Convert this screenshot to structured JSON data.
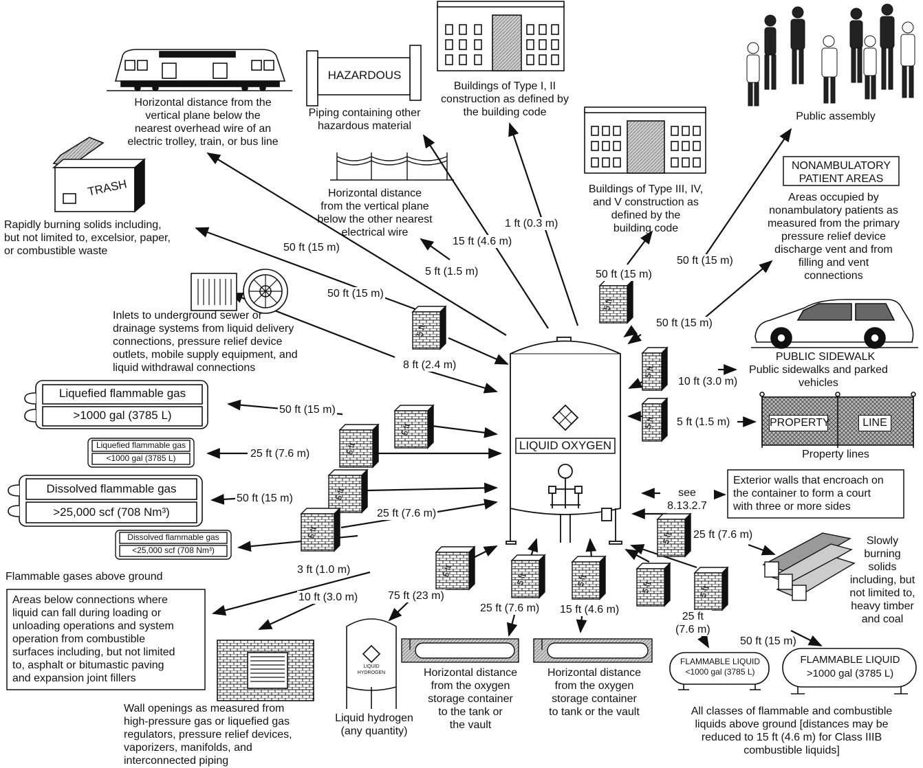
{
  "center": {
    "tank_label": "LIQUID OXYGEN"
  },
  "exposures": {
    "trolley": "Horizontal distance from the\nvertical plane below the\nnearest overhead wire of an\nelectric trolley, train, or bus line",
    "hazardous_sign": "HAZARDOUS",
    "hazardous": "Piping containing other\nhazardous material",
    "bldg1": "Buildings of Type I, II\nconstruction as defined by\nthe building code",
    "bldg3": "Buildings of Type III, IV,\nand V construction as\ndefined by the\nbuilding code",
    "public_assembly": "Public assembly",
    "elec_wire": "Horizontal distance\nfrom the vertical plane\nbelow the other nearest\nelectrical wire",
    "trash_sign": "TRASH",
    "rapid_burning": "Rapidly burning solids including,\nbut not limited to, excelsior, paper,\nor combustible waste",
    "nonamb_title": "NONAMBULATORY\nPATIENT AREAS",
    "nonamb": "Areas occupied by\nnonambulatory patients as\nmeasured from the primary\npressure relief device\ndischarge vent and from\nfilling and vent\nconnections",
    "inlets": "Inlets to underground sewer or\ndrainage systems from liquid delivery\nconnections, pressure relief device\noutlets, mobile supply equipment, and\nliquid withdrawal connections",
    "sidewalk_title": "PUBLIC SIDEWALK",
    "sidewalk": "Public sidewalks and parked\nvehicles",
    "property_sign1": "PROPERTY",
    "property_sign2": "LINE",
    "property": "Property lines",
    "lfg_big1": "Liquefied flammable gas",
    "lfg_big2": ">1000 gal (3785 L)",
    "lfg_small1": "Liquefied flammable gas",
    "lfg_small2": "<1000 gal (3785 L)",
    "dfg_big1": "Dissolved flammable gas",
    "dfg_big2": ">25,000 scf (708 Nm³)",
    "dfg_small1": "Dissolved flammable gas",
    "dfg_small2": "<25,000 scf (708 Nm³)",
    "exterior_walls": "Exterior walls that encroach on\nthe container to form a court\nwith three or more sides",
    "see": "see\n8.13.2.7",
    "flam_gas_ground": "Flammable gases above ground",
    "slow_burning": "Slowly\nburning\nsolids\nincluding, but\nnot limited to,\nheavy timber\nand coal",
    "areas_below": "Areas below connections where\nliquid can fall during loading or\nunloading operations and system\noperation from combustible\nsurfaces including, but not limited\nto, asphalt or bitumastic paving\nand expansion joint fillers",
    "wall_openings": "Wall openings as measured from\nhigh-pressure gas or liquefied gas\nregulators, pressure relief devices,\nvaporizers, manifolds, and\ninterconnected piping",
    "lh2_tank": "LIQUID HYDROGEN",
    "lh2": "Liquid hydrogen\n(any quantity)",
    "tank_vault1": "Horizontal distance\nfrom the oxygen\nstorage container\nto the tank or\nthe vault",
    "tank_vault2": "Horizontal distance\nfrom the oxygen\nstorage container\nto tank or the vault",
    "fl_small1": "FLAMMABLE LIQUID",
    "fl_small2": "<1000 gal (3785 L)",
    "fl_big1": "FLAMMABLE LIQUID",
    "fl_big2": ">1000 gal (3785 L)",
    "all_liquids": "All classes of flammable and combustible\nliquids above ground [distances may be\nreduced to 15 ft (4.6 m) for Class IIIB\ncombustible liquids]"
  },
  "distances": {
    "trolley": "50 ft (15 m)",
    "hazardous": "15 ft (4.6 m)",
    "bldg1": "1 ft (0.3 m)",
    "elec_wire": "5 ft (1.5 m)",
    "rapid": "50 ft (15 m)",
    "bldg3": "50 ft (15 m)",
    "public_assembly": "50 ft (15 m)",
    "nonamb": "50 ft (15 m)",
    "inlets": "8 ft (2.4 m)",
    "sidewalk": "10 ft (3.0 m)",
    "property": "5 ft (1.5 m)",
    "lfg_big": "50 ft (15 m)",
    "lfg_small": "25 ft (7.6 m)",
    "dfg_big": "50 ft (15 m)",
    "dfg_small": "25 ft (7.6 m)",
    "slow_burning": "25 ft (7.6 m)",
    "areas_below": "3 ft (1.0 m)",
    "wall_openings": "10 ft (3.0 m)",
    "lh2": "75 ft (23 m)",
    "tank_vault1": "25 ft (7.6 m)",
    "tank_vault2": "15 ft (4.6 m)",
    "fl_small": "25 ft\n(7.6 m)",
    "fl_big": "50 ft (15 m)"
  },
  "firewall_label": "5 ft"
}
